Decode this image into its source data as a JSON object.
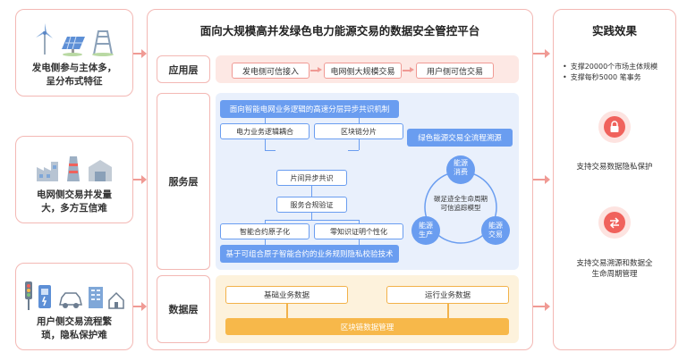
{
  "left_cards": [
    {
      "caption": "发电侧参与主体多，\n呈分布式特征",
      "icons": [
        "wind-turbine-icon",
        "solar-panel-icon",
        "substation-icon"
      ]
    },
    {
      "caption": "电网侧交易并发量\n大，多方互信难",
      "icons": [
        "factory-icon",
        "power-plant-icon",
        "warehouse-icon"
      ]
    },
    {
      "caption": "用户侧交易流程繁\n琐，隐私保护难",
      "icons": [
        "traffic-light-icon",
        "charging-station-icon",
        "car-icon",
        "building-icon",
        "house-icon"
      ]
    }
  ],
  "main": {
    "title": "面向大规模高并发绿色电力能源交易的数据安全管控平台",
    "layers": {
      "app": "应用层",
      "service": "服务层",
      "data": "数据层"
    },
    "app_items": [
      "发电侧可信接入",
      "电网侧大规模交易",
      "用户侧可信交易"
    ],
    "service": {
      "top_bar": "面向智能电网业务逻辑的高速分层异步共识机制",
      "box_logic": "电力业务逻辑耦合",
      "box_shard": "区块链分片",
      "box_consensus": "片间异步共识",
      "box_verify": "服务合规验证",
      "box_contract": "智能合约原子化",
      "box_zk": "零知识证明个性化",
      "bottom_bar": "基于可组合原子智能合约的业务规则隐私校验技术",
      "trace_bar": "绿色能源交易全流程溯源",
      "cycle_consume": "能源\n消费",
      "cycle_produce": "能源\n生产",
      "cycle_trade": "能源\n交易",
      "cycle_center": "碳足迹全生命周期\n可信追踪模型"
    },
    "data": {
      "box_basic": "基础业务数据",
      "box_ops": "运行业务数据",
      "bar": "区块链数据管理"
    }
  },
  "right": {
    "title": "实践效果",
    "bullets": [
      "支撑20000个市场主体规模",
      "支撑每秒5000 笔事务"
    ],
    "privacy_caption": "支持交易数据隐私保护",
    "trace_caption": "支持交易溯源和数据全\n生命周期管理"
  },
  "colors": {
    "border": "#f3b8b4",
    "accent": "#f0625c",
    "blue": "#6a9df0",
    "orange": "#f7b84a"
  }
}
